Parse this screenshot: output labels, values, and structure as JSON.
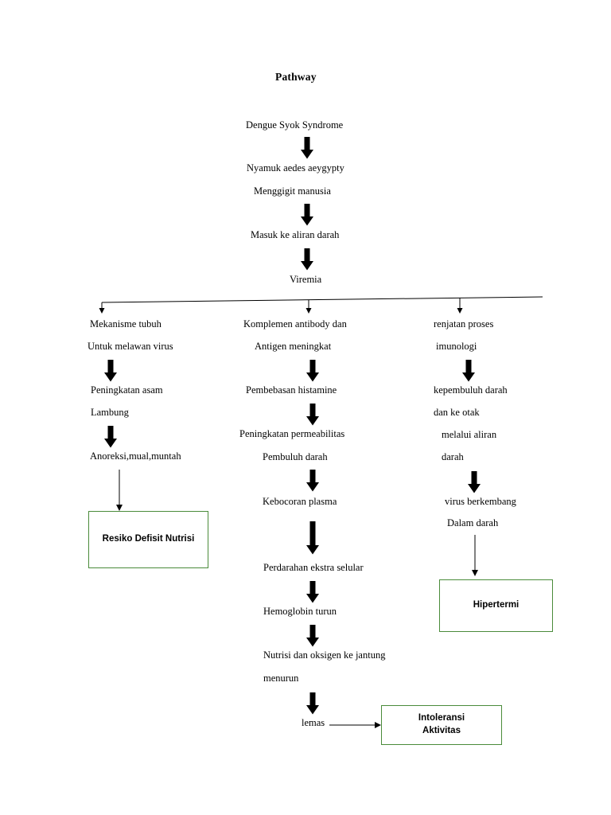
{
  "page": {
    "title": "Pathway",
    "accent_box_color": "#4a8b3a",
    "text_color": "#000000",
    "background": "#ffffff"
  },
  "diagram": {
    "type": "flowchart",
    "orientation": "top-down",
    "nodes": [
      {
        "id": "n1",
        "label": "Dengue Syok Syndrome",
        "column": "center"
      },
      {
        "id": "n2",
        "label": "Nyamuk aedes aeygypty",
        "column": "center"
      },
      {
        "id": "n3",
        "label": "Menggigit manusia",
        "column": "center"
      },
      {
        "id": "n4",
        "label": "Masuk ke aliran darah",
        "column": "center"
      },
      {
        "id": "n5",
        "label": "Viremia",
        "column": "center"
      },
      {
        "id": "l1",
        "label": "Mekanisme tubuh",
        "column": "left"
      },
      {
        "id": "l2",
        "label": "Untuk melawan virus",
        "column": "left"
      },
      {
        "id": "l3",
        "label": "Peningkatan asam",
        "column": "left"
      },
      {
        "id": "l4",
        "label": "Lambung",
        "column": "left"
      },
      {
        "id": "l5",
        "label": "Anoreksi,mual,muntah",
        "column": "left"
      },
      {
        "id": "c1",
        "label": "Komplemen antibody dan",
        "column": "center"
      },
      {
        "id": "c2",
        "label": "Antigen meningkat",
        "column": "center"
      },
      {
        "id": "c3",
        "label": "Pembebasan histamine",
        "column": "center"
      },
      {
        "id": "c4",
        "label": "Peningkatan permeabilitas",
        "column": "center"
      },
      {
        "id": "c5",
        "label": "Pembuluh darah",
        "column": "center"
      },
      {
        "id": "c6",
        "label": "Kebocoran plasma",
        "column": "center"
      },
      {
        "id": "c7",
        "label": "Perdarahan ekstra selular",
        "column": "center"
      },
      {
        "id": "c8",
        "label": "Hemoglobin turun",
        "column": "center"
      },
      {
        "id": "c9",
        "label": "Nutrisi dan oksigen ke jantung",
        "column": "center"
      },
      {
        "id": "c10",
        "label": "menurun",
        "column": "center"
      },
      {
        "id": "c11",
        "label": "lemas",
        "column": "center"
      },
      {
        "id": "r1",
        "label": "renjatan proses",
        "column": "right"
      },
      {
        "id": "r2",
        "label": "imunologi",
        "column": "right"
      },
      {
        "id": "r3",
        "label": "kepembuluh darah",
        "column": "right"
      },
      {
        "id": "r4",
        "label": "dan ke otak",
        "column": "right"
      },
      {
        "id": "r5",
        "label": "melalui aliran",
        "column": "right"
      },
      {
        "id": "r6",
        "label": "darah",
        "column": "right"
      },
      {
        "id": "r7",
        "label": "virus berkembang",
        "column": "right"
      },
      {
        "id": "r8",
        "label": "Dalam darah",
        "column": "right"
      }
    ],
    "outcome_boxes": [
      {
        "id": "b1",
        "label": "Resiko Defisit Nutrisi",
        "column": "left"
      },
      {
        "id": "b2",
        "label": "Hipertermi",
        "column": "right"
      },
      {
        "id": "b3",
        "label": "Intoleransi\nAktivitas",
        "column": "center"
      }
    ]
  }
}
